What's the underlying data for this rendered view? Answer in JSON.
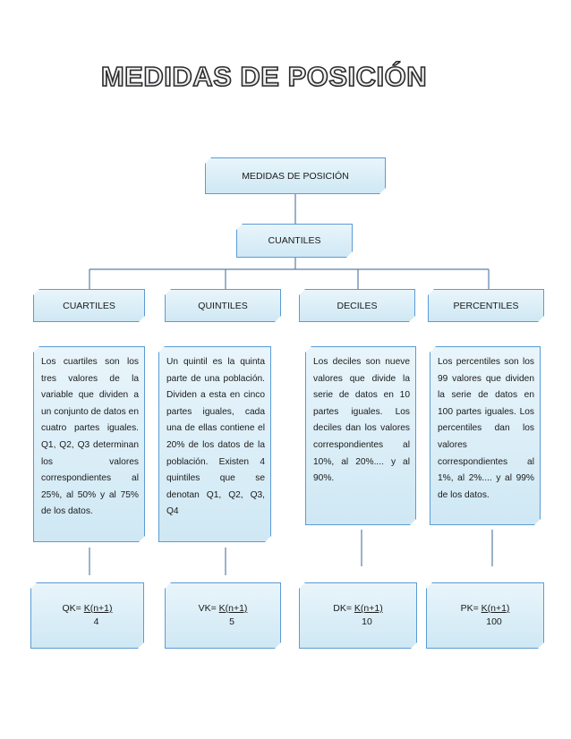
{
  "page_title": "MEDIDAS DE POSICIÓN",
  "root": {
    "label": "MEDIDAS DE POSICIÓN"
  },
  "level2": {
    "label": "CUANTILES"
  },
  "branches": [
    {
      "label": "CUARTILES",
      "description": "Los cuartiles son los tres valores de la variable que dividen a un conjunto de datos en cuatro partes iguales. Q1, Q2, Q3 determinan los valores correspondientes al 25%, al 50% y al 75% de los datos.",
      "formula_prefix": "QK=",
      "formula_numerator": "K(n+1)",
      "formula_denominator": "4"
    },
    {
      "label": "QUINTILES",
      "description": "Un quintil es la quinta parte de una población. Dividen a esta en cinco partes iguales, cada una de ellas contiene el 20% de los datos de la población. Existen 4 quintiles que se denotan Q1, Q2, Q3, Q4",
      "formula_prefix": "VK=",
      "formula_numerator": "K(n+1)",
      "formula_denominator": "5"
    },
    {
      "label": "DECILES",
      "description": "Los deciles son nueve valores que divide la serie de datos en 10 partes iguales. Los deciles dan los valores correspondientes al 10%, al 20%.... y al 90%.",
      "formula_prefix": "DK=",
      "formula_numerator": "K(n+1)",
      "formula_denominator": "10"
    },
    {
      "label": "PERCENTILES",
      "description": "Los percentiles son los 99 valores que dividen la serie de datos en 100 partes iguales. Los percentiles dan los valores correspondientes al 1%, al 2%.... y al 99% de los datos.",
      "formula_prefix": "PK=",
      "formula_numerator": "K(n+1)",
      "formula_denominator": "100"
    }
  ]
}
